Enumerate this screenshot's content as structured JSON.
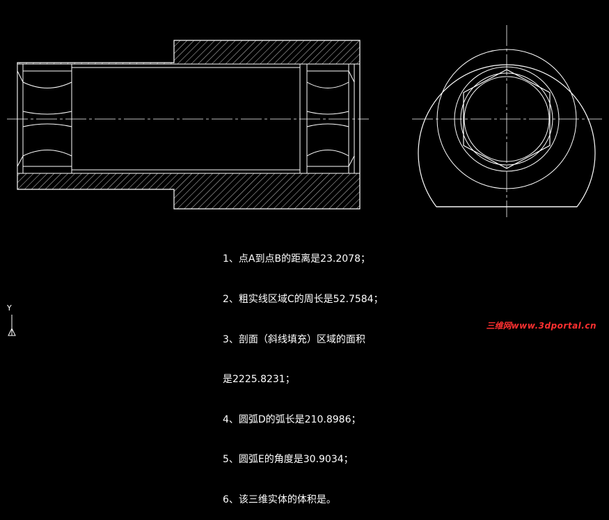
{
  "colors": {
    "background": "#000000",
    "line": "#ffffff",
    "watermark": "#ff3030"
  },
  "notes": [
    "1、点A到点B的距离是23.2078；",
    "2、粗实线区域C的周长是52.7584；",
    "3、剖面（斜线填充）区域的面积",
    "是2225.8231；",
    "4、圆弧D的弧长是210.8986；",
    "5、圆弧E的角度是30.9034；",
    "6、该三维实体的体积是。"
  ],
  "ucs": {
    "axis_label": "Y",
    "icon": "ucs-axis-icon"
  },
  "watermark": {
    "chinese": "三维网",
    "url": "www.3dportal.cn"
  },
  "views": {
    "section_view": "sectioned-side-view",
    "end_view": "end-view-with-hexagon"
  }
}
